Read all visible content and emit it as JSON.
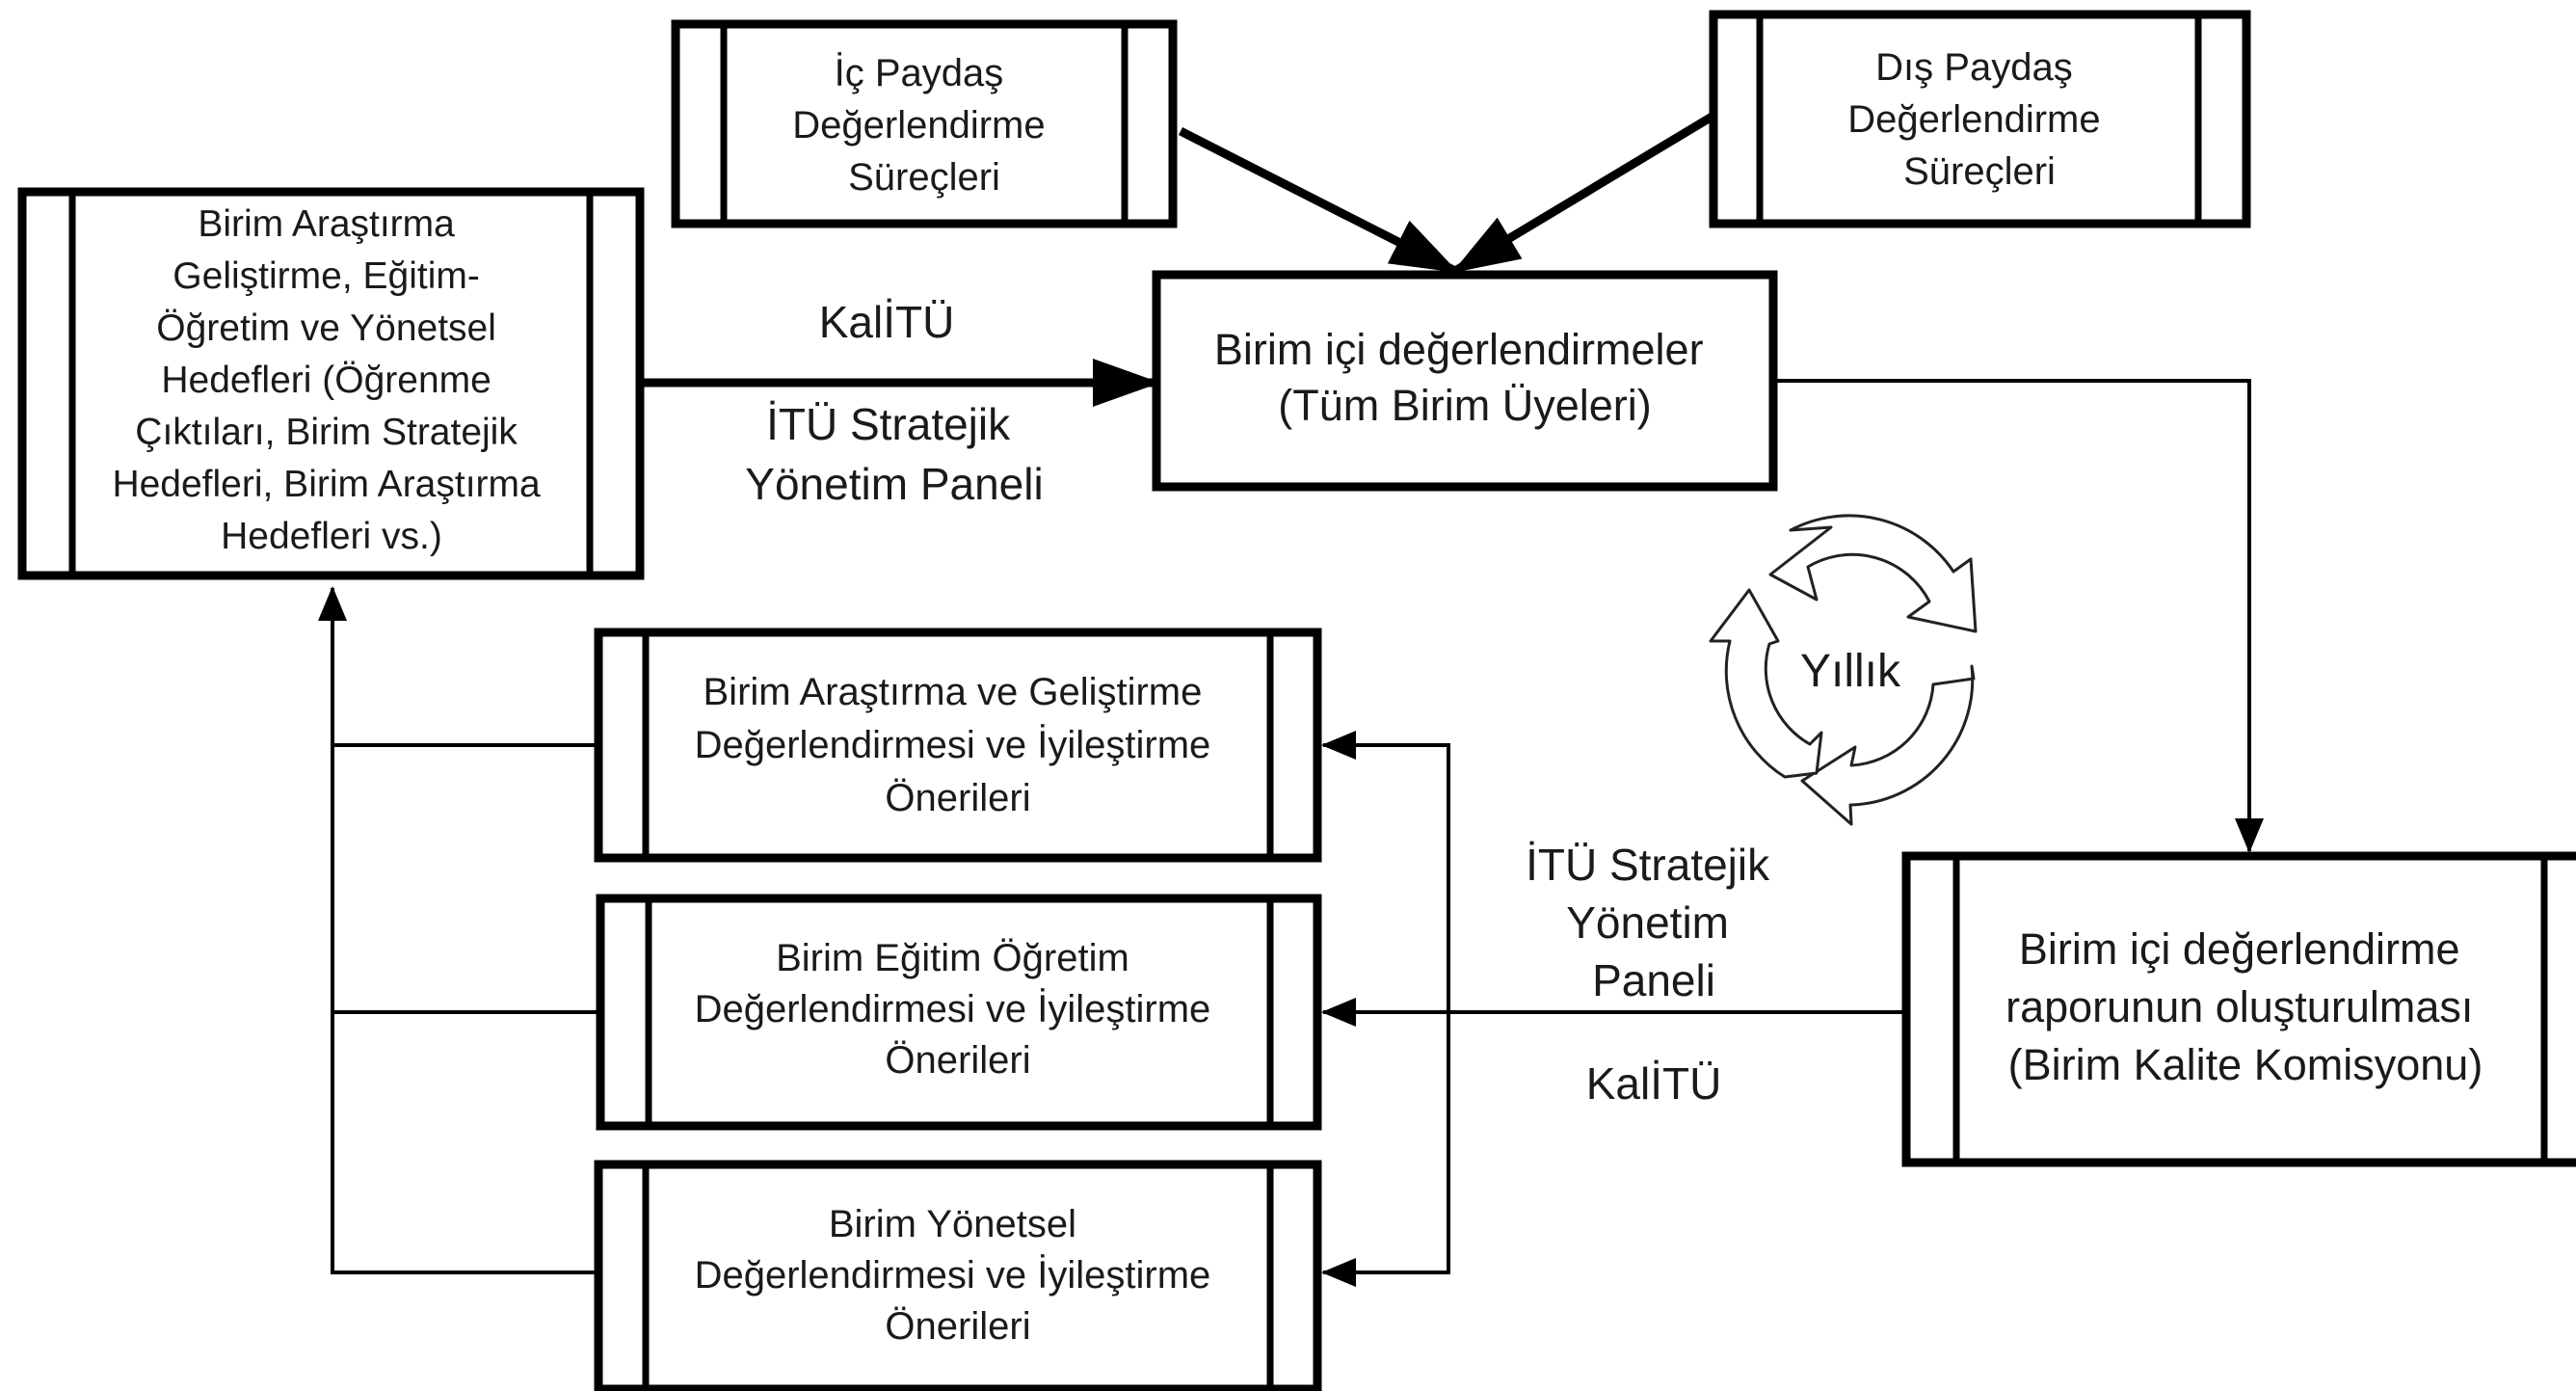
{
  "diagram": {
    "nodes": {
      "ic_paydas": {
        "lines": [
          "İç Paydaş",
          "Değerlendirme",
          "Süreçleri"
        ]
      },
      "dis_paydas": {
        "lines": [
          "Dış Paydaş",
          "Değerlendirme",
          "Süreçleri"
        ]
      },
      "birim_hedefleri": {
        "lines": [
          "Birim Araştırma",
          "Geliştirme, Eğitim-",
          "Öğretim ve Yönetsel",
          "Hedefleri (Öğrenme",
          "Çıktıları, Birim Stratejik",
          "Hedefleri, Birim Araştırma",
          "Hedefleri vs.)"
        ]
      },
      "birim_ici_degerlendirmeler": {
        "lines": [
          "Birim içi değerlendirmeler",
          "(Tüm Birim Üyeleri)"
        ]
      },
      "arge_onerileri": {
        "lines": [
          "Birim Araştırma ve Geliştirme",
          "Değerlendirmesi ve İyileştirme",
          "Önerileri"
        ]
      },
      "egitim_onerileri": {
        "lines": [
          "Birim Eğitim Öğretim",
          "Değerlendirmesi ve İyileştirme",
          "Önerileri"
        ]
      },
      "yonetsel_onerileri": {
        "lines": [
          "Birim Yönetsel",
          "Değerlendirmesi ve İyileştirme",
          "Önerileri"
        ]
      },
      "rapor": {
        "lines": [
          "Birim içi değerlendirme",
          "raporunun oluşturulması",
          "(Birim Kalite Komisyonu)"
        ]
      }
    },
    "edge_labels": {
      "top_kalitu": "KalİTÜ",
      "top_panel": [
        "İTÜ Stratejik",
        "Yönetim Paneli"
      ],
      "right_panel": [
        "İTÜ Stratejik",
        "Yönetim",
        "Paneli"
      ],
      "right_kalitu": "KalİTÜ"
    },
    "cycle_label": "Yıllık"
  }
}
